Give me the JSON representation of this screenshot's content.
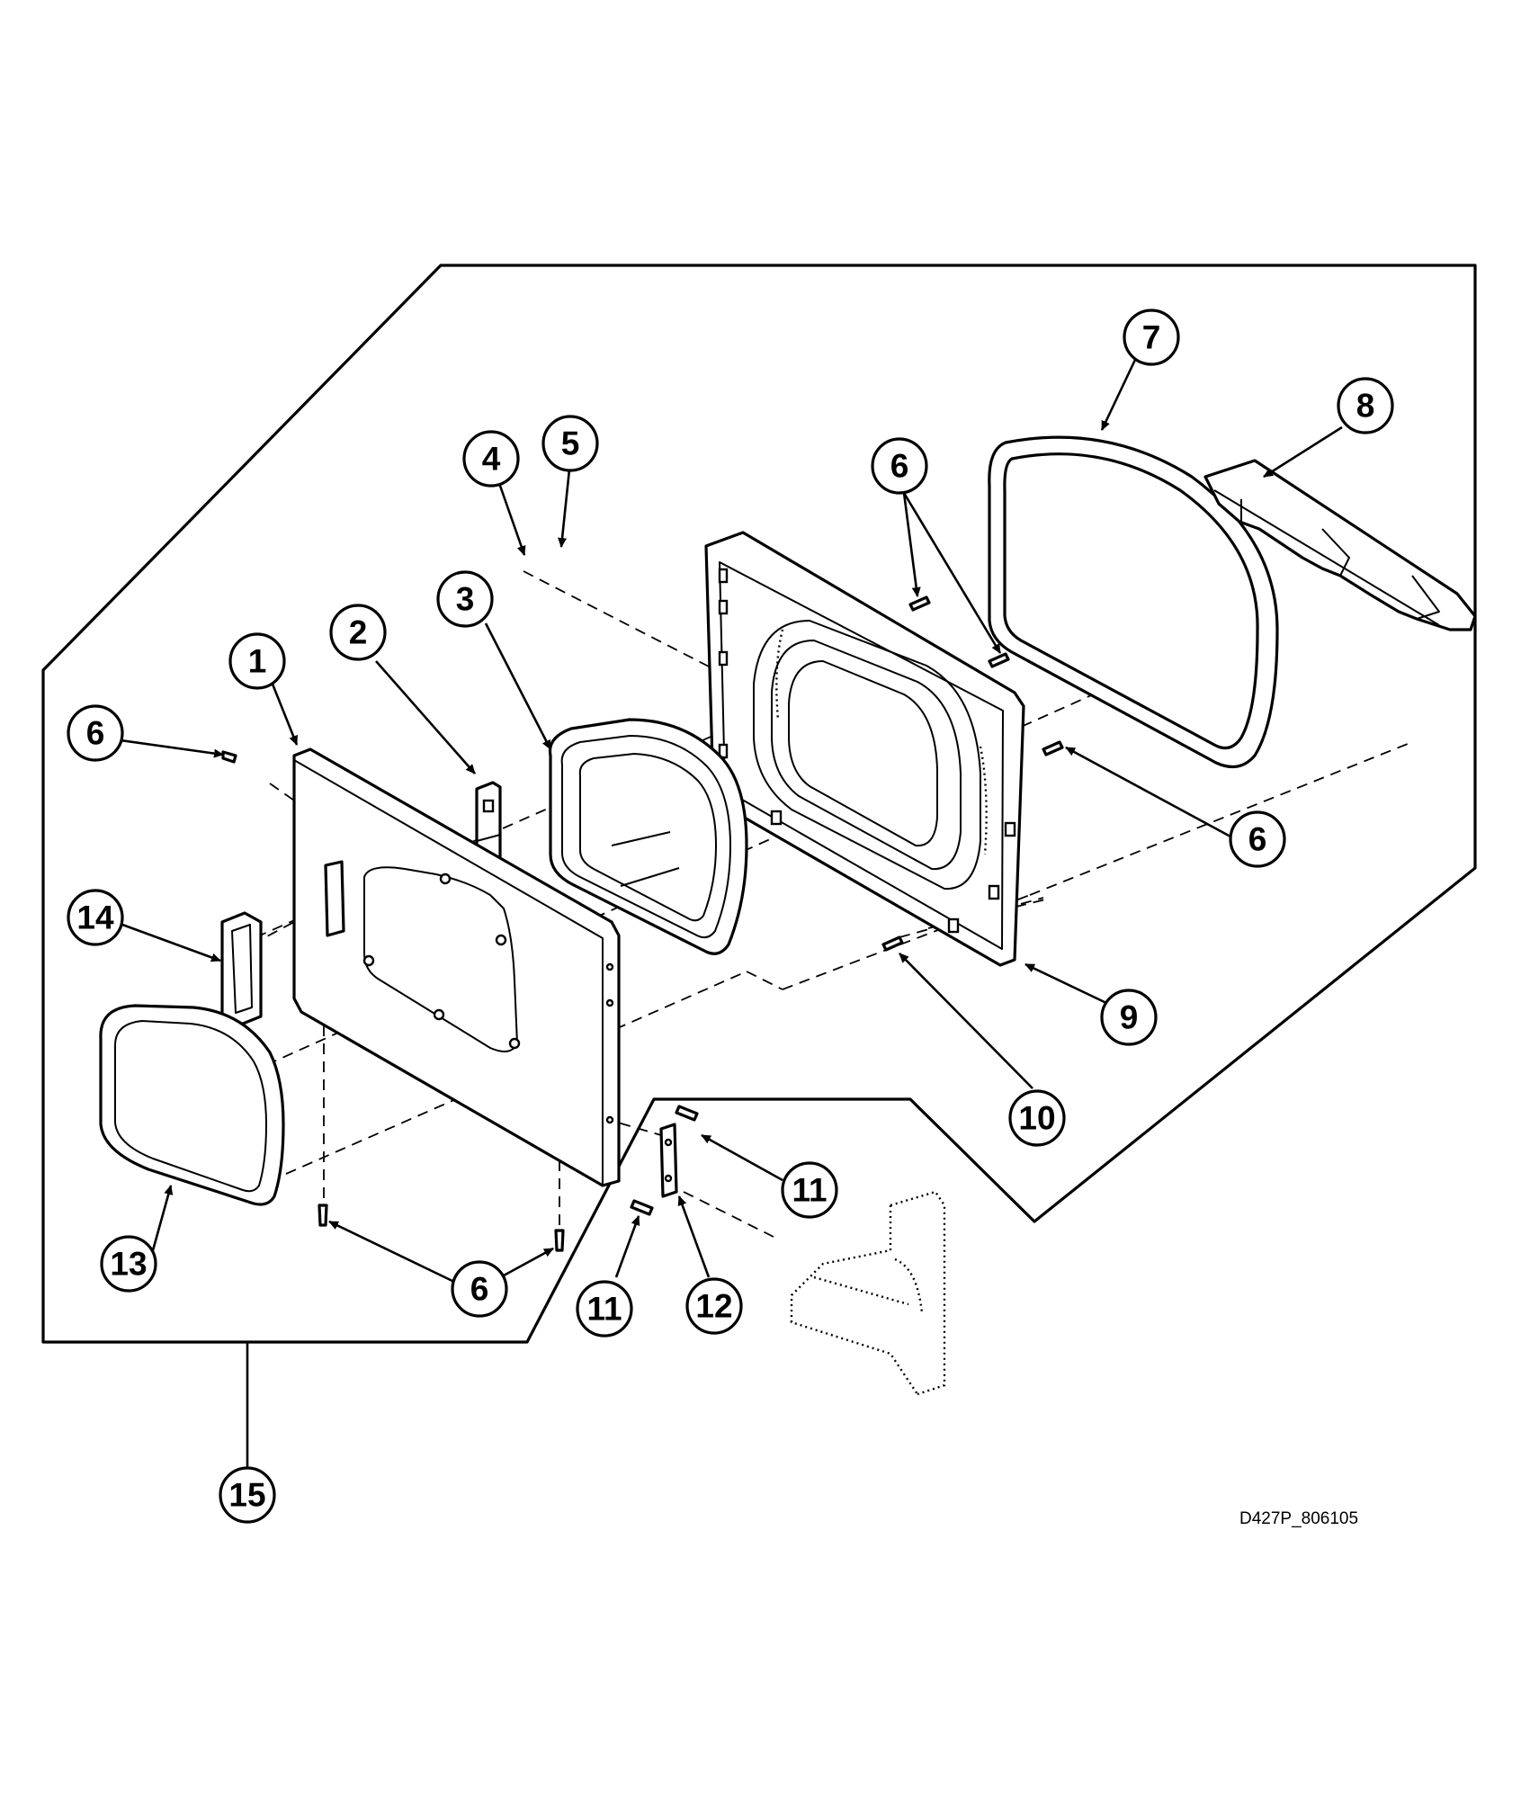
{
  "drawing_code": "D427P_806105",
  "callouts": [
    {
      "label": "1"
    },
    {
      "label": "2"
    },
    {
      "label": "3"
    },
    {
      "label": "4"
    },
    {
      "label": "5"
    },
    {
      "label": "6"
    },
    {
      "label": "6"
    },
    {
      "label": "6"
    },
    {
      "label": "6"
    },
    {
      "label": "7"
    },
    {
      "label": "8"
    },
    {
      "label": "9"
    },
    {
      "label": "10"
    },
    {
      "label": "11"
    },
    {
      "label": "11"
    },
    {
      "label": "12"
    },
    {
      "label": "13"
    },
    {
      "label": "14"
    },
    {
      "label": "15"
    }
  ],
  "colors": {
    "line": "#000000",
    "background": "#ffffff"
  }
}
